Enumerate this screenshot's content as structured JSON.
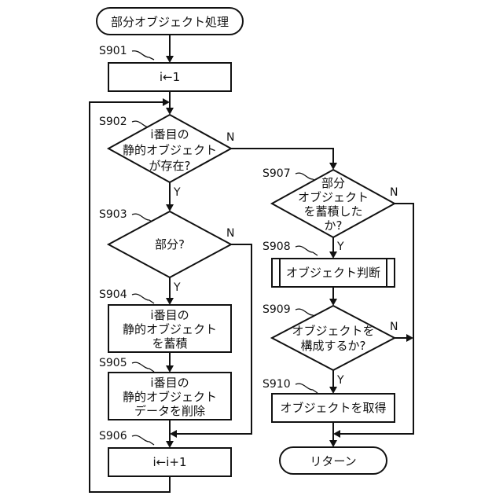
{
  "flowchart": {
    "start_label": "部分オブジェクト処理",
    "end_label": "リターン",
    "steps": {
      "s901": {
        "id": "S901",
        "text": "i←1"
      },
      "s902": {
        "id": "S902",
        "lines": [
          "i番目の",
          "静的オブジェクト",
          "が存在?"
        ]
      },
      "s903": {
        "id": "S903",
        "text": "部分?"
      },
      "s904": {
        "id": "S904",
        "lines": [
          "i番目の",
          "静的オブジェクト",
          "を蓄積"
        ]
      },
      "s905": {
        "id": "S905",
        "lines": [
          "i番目の",
          "静的オブジェクト",
          "データを削除"
        ]
      },
      "s906": {
        "id": "S906",
        "text": "i←i+1"
      },
      "s907": {
        "id": "S907",
        "lines": [
          "部分",
          "オブジェクト",
          "を蓄積した",
          "か?"
        ]
      },
      "s908": {
        "id": "S908",
        "text": "オブジェクト判断"
      },
      "s909": {
        "id": "S909",
        "lines": [
          "オブジェクトを",
          "構成するか?"
        ]
      },
      "s910": {
        "id": "S910",
        "text": "オブジェクトを取得"
      }
    },
    "branch_labels": {
      "yes": "Y",
      "no": "N"
    }
  }
}
